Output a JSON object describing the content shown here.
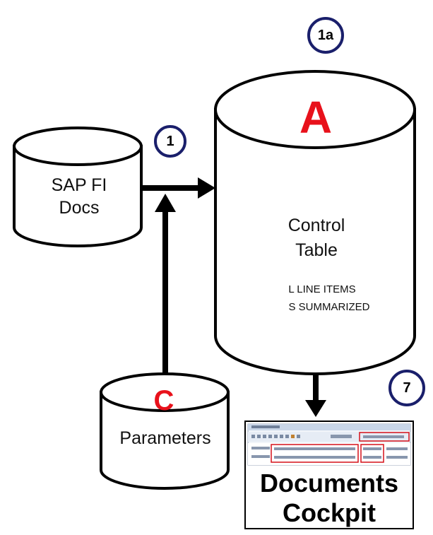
{
  "badges": {
    "b1a": "1a",
    "b1": "1",
    "b7": "7"
  },
  "cylinders": {
    "sap": {
      "line1": "SAP FI",
      "line2": "Docs"
    },
    "control": {
      "letter": "A",
      "line1": "Control",
      "line2": "Table",
      "item1": "L LINE ITEMS",
      "item2": "S SUMMARIZED"
    },
    "params": {
      "letter": "C",
      "label": "Parameters"
    }
  },
  "cockpit": {
    "line1": "Documents",
    "line2": "Cockpit"
  },
  "colors": {
    "letter_red": "#e8111b",
    "badge_ring": "#1a1f6b",
    "screenshot_header": "#c9d6e8",
    "screenshot_highlight": "#d6101a"
  }
}
